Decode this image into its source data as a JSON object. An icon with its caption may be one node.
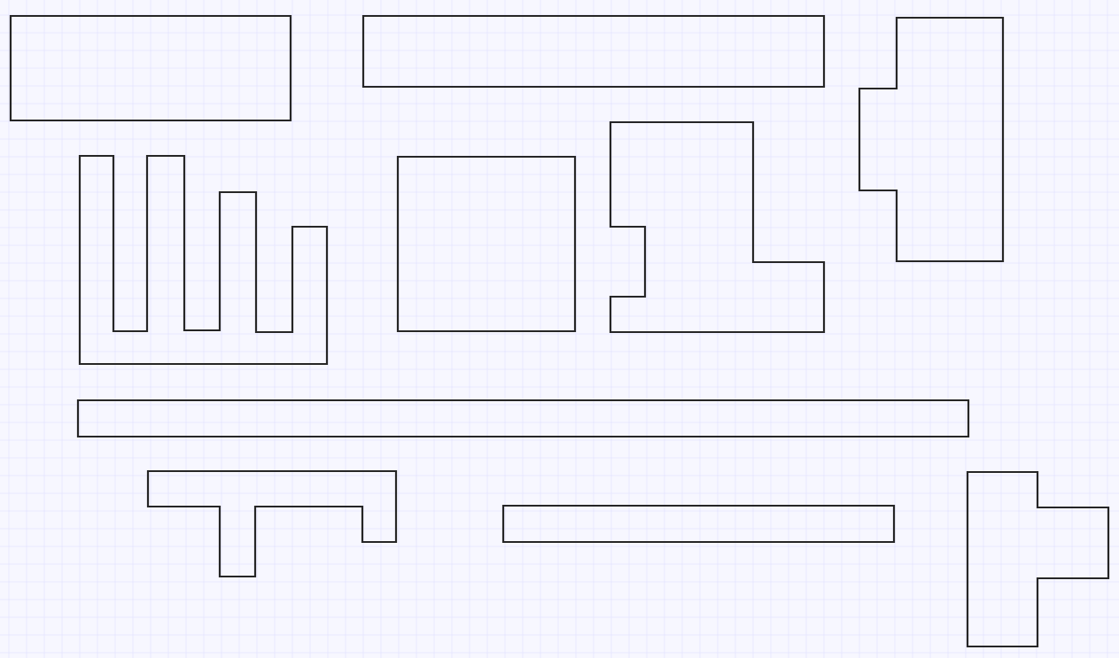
{
  "diagram": {
    "nodes": [
      {
        "text": [],
        "shape": "box"
      },
      {
        "text": [],
        "shape": "box"
      },
      {
        "text": [],
        "shape": "polygon"
      },
      {
        "text": [],
        "shape": "polygon"
      },
      {
        "text": [],
        "shape": "box"
      },
      {
        "text": [],
        "shape": "polygon"
      },
      {
        "text": [],
        "shape": "box"
      },
      {
        "text": [],
        "shape": "polygon"
      },
      {
        "text": [],
        "shape": "box"
      },
      {
        "text": [],
        "shape": "polygon"
      }
    ]
  }
}
